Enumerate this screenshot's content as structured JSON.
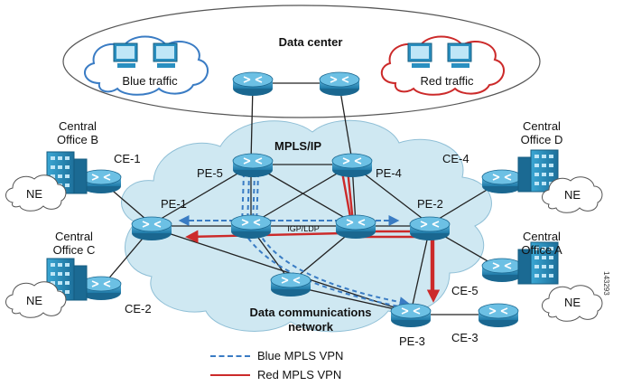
{
  "diagram": {
    "data_center": {
      "title": "Data center",
      "blue_label": "Blue traffic",
      "red_label": "Red traffic"
    },
    "core": {
      "title": "MPLS/IP",
      "protocol_label": "IGP/LDP"
    },
    "dcn_label_line1": "Data communications",
    "dcn_label_line2": "network",
    "routers": {
      "pe1": "PE-1",
      "pe2": "PE-2",
      "pe3": "PE-3",
      "pe4": "PE-4",
      "pe5": "PE-5",
      "ce1": "CE-1",
      "ce2": "CE-2",
      "ce3": "CE-3",
      "ce4": "CE-4",
      "ce5": "CE-5"
    },
    "offices": {
      "b": {
        "line1": "Central",
        "line2": "Office B"
      },
      "c": {
        "line1": "Central",
        "line2": "Office C"
      },
      "d": {
        "line1": "Central",
        "line2": "Office D"
      },
      "a": {
        "line1": "Central",
        "line2": "Office A"
      }
    },
    "ne_label": "NE",
    "legend": {
      "blue": "Blue MPLS VPN",
      "red": "Red MPLS VPN"
    },
    "figure_id": "143293",
    "colors": {
      "blue_vpn": "#3a7cc4",
      "red_vpn": "#cc2a2a",
      "router_fill": "#2d8fc0",
      "cloud_fill": "#cfe8f2",
      "building_fill": "#2a93c2"
    }
  }
}
